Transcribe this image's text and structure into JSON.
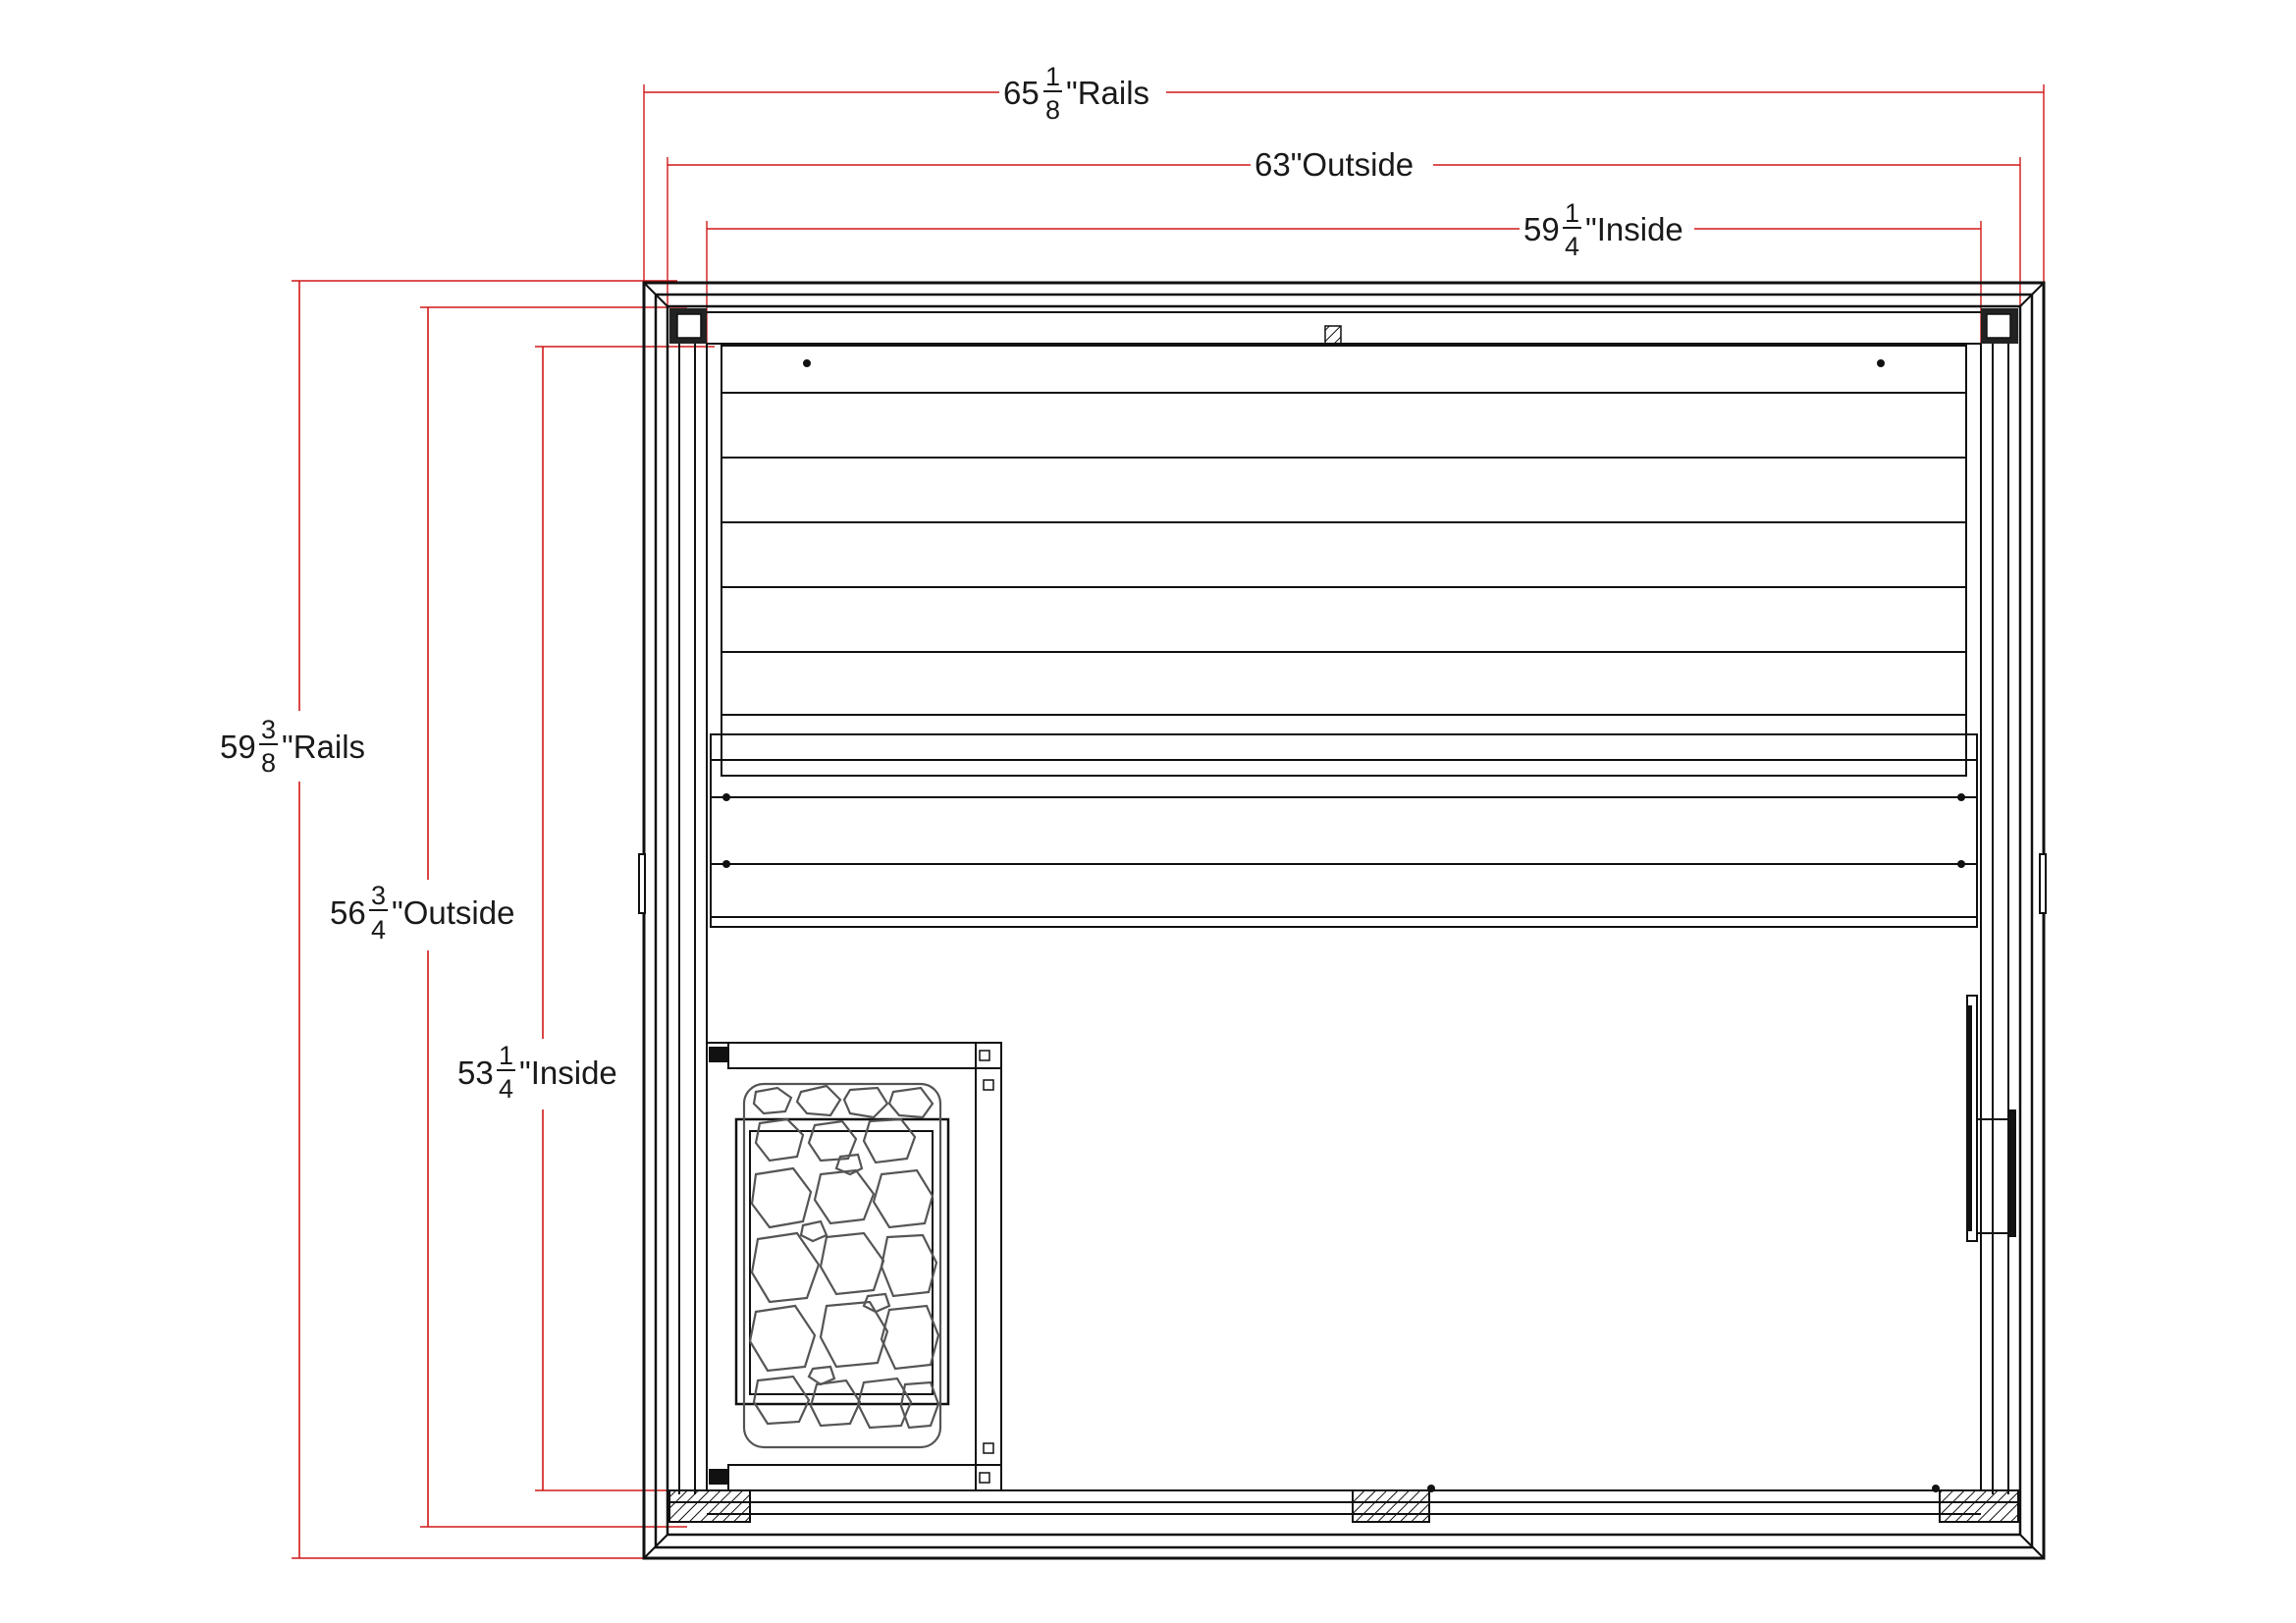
{
  "dimensions": {
    "rails_width": {
      "whole": "65",
      "num": "1",
      "den": "8",
      "suffix": "\"Rails"
    },
    "outside_width": {
      "text": "63\"Outside"
    },
    "inside_width": {
      "whole": "59",
      "num": "1",
      "den": "4",
      "suffix": "\"Inside"
    },
    "rails_depth": {
      "whole": "59",
      "num": "3",
      "den": "8",
      "suffix": "\"Rails"
    },
    "outside_depth": {
      "whole": "56",
      "num": "3",
      "den": "4",
      "suffix": "\"Outside"
    },
    "inside_depth": {
      "whole": "53",
      "num": "1",
      "den": "4",
      "suffix": "\"Inside"
    }
  },
  "colors": {
    "dimension_line": "#d01818",
    "structure_line": "#111111",
    "stone_outline": "#555555"
  },
  "components": [
    "wall-frame",
    "upper-bench",
    "lower-bench",
    "heater-with-stones",
    "door-handle",
    "corner-posts"
  ]
}
